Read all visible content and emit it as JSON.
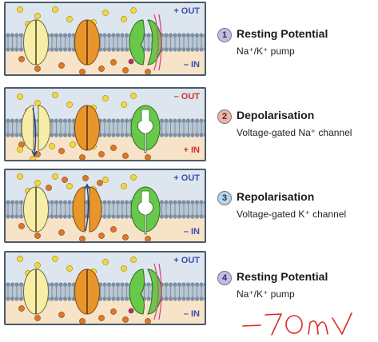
{
  "panels": [
    {
      "top_label": "+ OUT",
      "top_color": "#3a4fb0",
      "bottom_label": "– IN",
      "bottom_color": "#3a4fb0",
      "state": "resting"
    },
    {
      "top_label": "– OUT",
      "top_color": "#d2312d",
      "bottom_label": "+ IN",
      "bottom_color": "#d2312d",
      "state": "depolarisation"
    },
    {
      "top_label": "+ OUT",
      "top_color": "#3a4fb0",
      "bottom_label": "– IN",
      "bottom_color": "#3a4fb0",
      "state": "repolarisation"
    },
    {
      "top_label": "+ OUT",
      "top_color": "#3a4fb0",
      "bottom_label": "– IN",
      "bottom_color": "#3a4fb0",
      "state": "resting"
    }
  ],
  "steps": [
    {
      "number": "1",
      "title": "Resting Potential",
      "subtitle": "Na⁺/K⁺ pump",
      "badge_color": "#c9b8ea"
    },
    {
      "number": "2",
      "title": "Depolarisation",
      "subtitle": "Voltage-gated Na⁺ channel",
      "badge_color": "#f2b2aa"
    },
    {
      "number": "3",
      "title": "Repolarisation",
      "subtitle": "Voltage-gated K⁺ channel",
      "badge_color": "#b6d3ee"
    },
    {
      "number": "4",
      "title": "Resting Potential",
      "subtitle": "Na⁺/K⁺ pump",
      "badge_color": "#c9b8ea"
    }
  ],
  "annotation": {
    "text": "-70mV",
    "color": "#e0281f"
  },
  "colors": {
    "outside": "#dde6ee",
    "inside": "#f6e3c8",
    "membrane": "#b9c6d3",
    "na_channel": "#f7eda6",
    "k_channel": "#e8952a",
    "pump": "#68c84a",
    "na_ion": "#f5d73a",
    "k_ion": "#d9782c"
  }
}
